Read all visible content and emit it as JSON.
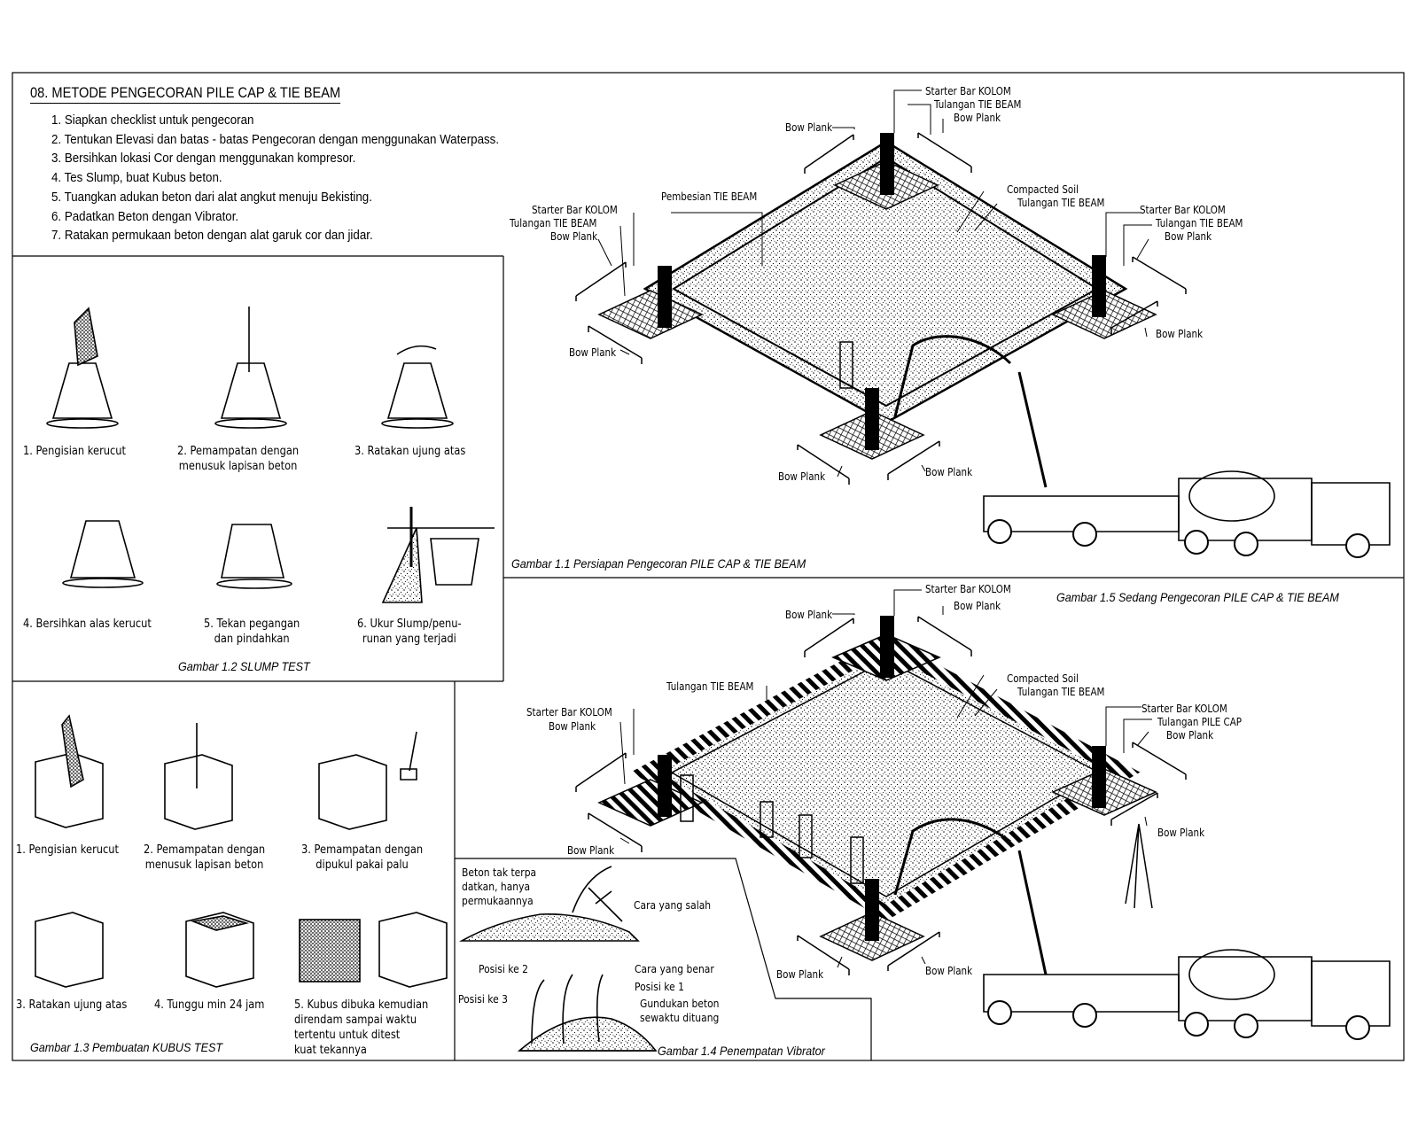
{
  "sheet": {
    "title": "08. METODE PENGECORAN PILE CAP & TIE BEAM",
    "steps": [
      "1. Siapkan checklist untuk pengecoran",
      "2. Tentukan Elevasi dan batas - batas Pengecoran dengan menggunakan Waterpass.",
      "3. Bersihkan lokasi Cor dengan menggunakan kompresor.",
      "4. Tes Slump, buat Kubus beton.",
      "5. Tuangkan adukan beton dari alat angkut menuju Bekisting.",
      "6. Padatkan Beton dengan Vibrator.",
      "7. Ratakan permukaan beton dengan alat garuk cor dan jidar."
    ]
  },
  "fig11": {
    "caption": "Gambar 1.1 Persiapan Pengecoran PILE CAP & TIE BEAM",
    "labels": {
      "starter_top": "Starter Bar KOLOM",
      "tulangan_top": "Tulangan TIE BEAM",
      "bow_top_right": "Bow Plank",
      "bow_top_left": "Bow Plank",
      "compacted": "Compacted Soil",
      "tulangan_center": "Tulangan TIE BEAM",
      "pembesian": "Pembesian TIE BEAM",
      "starter_left": "Starter Bar KOLOM",
      "tulangan_left": "Tulangan TIE BEAM",
      "bow_left": "Bow Plank",
      "starter_right": "Starter Bar KOLOM",
      "tulangan_right": "Tulangan TIE BEAM",
      "bow_right": "Bow Plank",
      "bow_left_low": "Bow Plank",
      "bow_right_low": "Bow Plank",
      "bow_bottom_left": "Bow Plank",
      "bow_bottom_right": "Bow Plank"
    }
  },
  "fig12": {
    "caption": "Gambar 1.2 SLUMP TEST",
    "steps": [
      "1. Pengisian kerucut",
      "2. Pemampatan dengan\nmenusuk lapisan beton",
      "3. Ratakan ujung atas",
      "4. Bersihkan alas kerucut",
      "5. Tekan pegangan\ndan pindahkan",
      "6. Ukur Slump/penu-\nrunan yang terjadi"
    ]
  },
  "fig13": {
    "caption": "Gambar 1.3 Pembuatan KUBUS TEST",
    "steps": [
      "1. Pengisian kerucut",
      "2. Pemampatan dengan\nmenusuk lapisan beton",
      "3. Pemampatan dengan\ndipukul pakai palu",
      "3. Ratakan ujung atas",
      "4. Tunggu min 24 jam",
      "5. Kubus dibuka kemudian\ndirendam sampai waktu\ntertentu untuk ditest\nkuat tekannya"
    ]
  },
  "fig14": {
    "caption": "Gambar 1.4 Penempatan Vibrator",
    "labels": {
      "beton": "Beton tak terpa\ndatkan, hanya\npermukaannya",
      "salah": "Cara yang salah",
      "benar": "Cara yang benar",
      "posisi1": "Posisi ke 1",
      "posisi2": "Posisi ke 2",
      "posisi3": "Posisi ke 3",
      "gundukan": "Gundukan beton\nsewaktu dituang"
    }
  },
  "fig15": {
    "caption": "Gambar 1.5 Sedang Pengecoran PILE CAP & TIE BEAM",
    "labels": {
      "starter_top": "Starter Bar KOLOM",
      "bow_top_right": "Bow Plank",
      "bow_top_left": "Bow Plank",
      "tulangan_tie": "Tulangan TIE BEAM",
      "compacted": "Compacted Soil",
      "tulangan_center": "Tulangan TIE BEAM",
      "starter_left": "Starter Bar KOLOM",
      "bow_left": "Bow Plank",
      "starter_right": "Starter Bar KOLOM",
      "tulangan_pile": "Tulangan PILE CAP",
      "bow_right": "Bow Plank",
      "bow_right_low": "Bow Plank",
      "bow_left_low": "Bow Plank",
      "bow_bottom_left": "Bow Plank",
      "bow_bottom_right": "Bow Plank"
    }
  }
}
